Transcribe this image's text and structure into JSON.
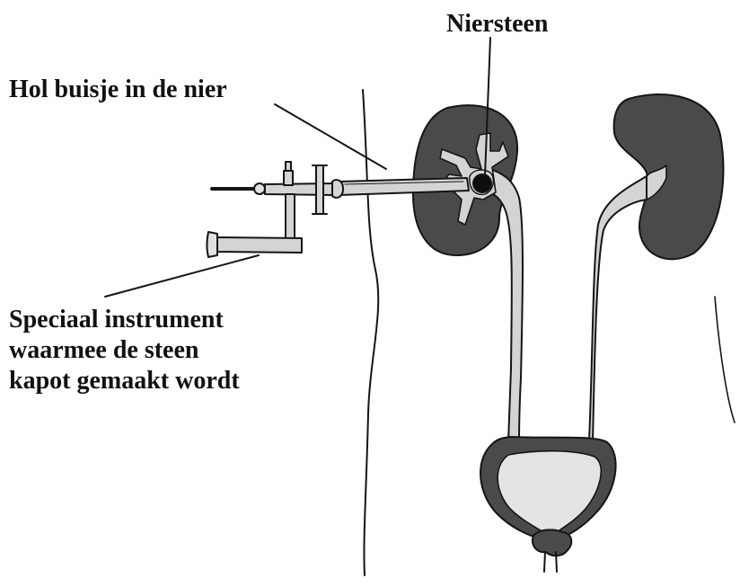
{
  "labels": {
    "kidney_stone": "Niersteen",
    "hollow_tube": "Hol buisje in de nier",
    "instrument": {
      "lines": [
        "Speciaal instrument",
        "waarmee de steen",
        "kapot gemaakt wordt"
      ]
    }
  },
  "colors": {
    "kidney": "#4a4a4a",
    "tube": "#d4d4d4",
    "outline": "#151515",
    "stone": "#0d0d0d",
    "bladder_lumen": "#e4e4e4"
  }
}
